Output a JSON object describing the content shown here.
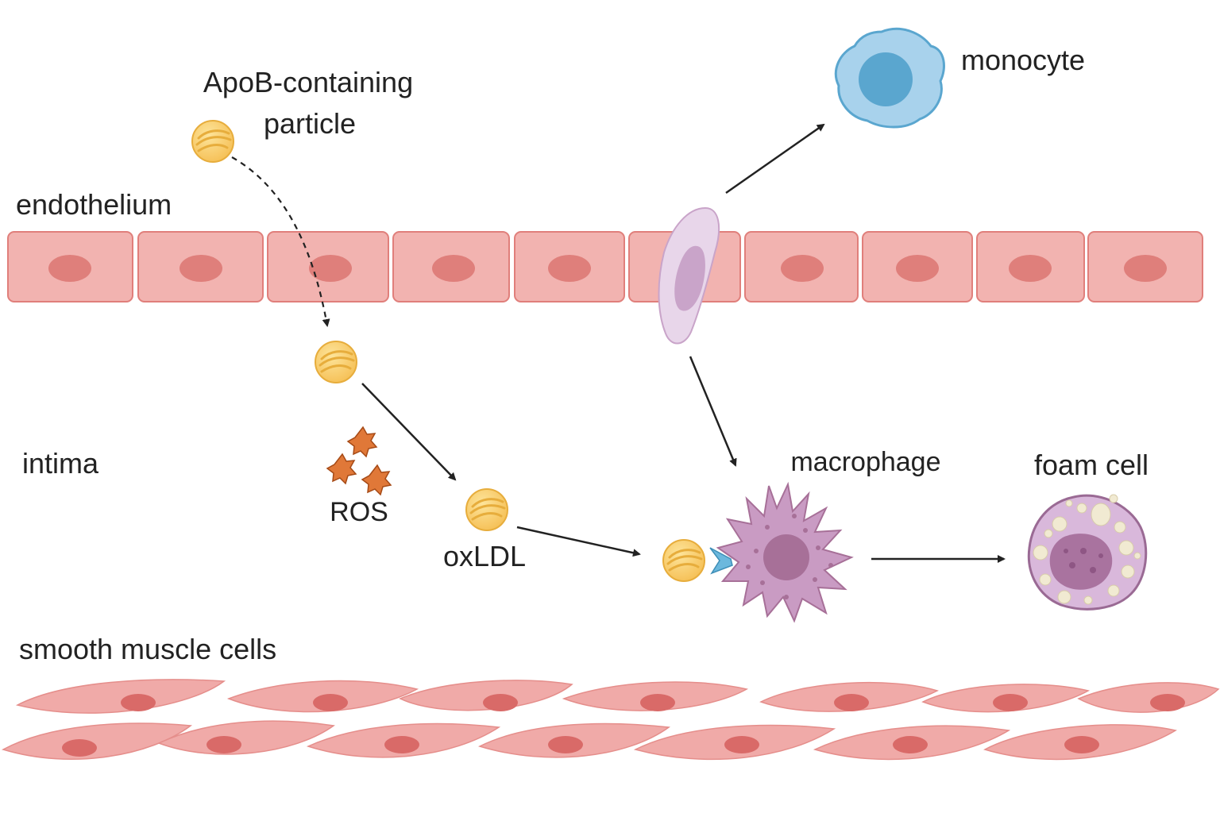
{
  "labels": {
    "apob_line1": "ApoB-containing",
    "apob_line2": "particle",
    "endothelium": "endothelium",
    "monocyte": "monocyte",
    "intima": "intima",
    "ros": "ROS",
    "oxldl": "oxLDL",
    "macrophage": "macrophage",
    "foam_cell": "foam cell",
    "smooth_muscle": "smooth muscle cells"
  },
  "colors": {
    "endothelial_cell": "#f2b3b0",
    "endothelial_border": "#e07f7b",
    "nucleus": "#df7f7b",
    "smooth_muscle": "#f0aaa8",
    "smooth_muscle_nucleus": "#d96a68",
    "lipoprotein": "#f9cf6e",
    "lipoprotein_stroke": "#e7ad3c",
    "monocyte": "#a8d2ec",
    "monocyte_nucleus": "#5aa6cf",
    "migrating_cell": "#e8d6ea",
    "migrating_nucleus": "#c9a4c9",
    "macrophage": "#c99bc3",
    "macrophage_nucleus": "#a77098",
    "receptor": "#6bb8dd",
    "ros": "#e07838",
    "foam_cell": "#d9b8db",
    "foam_nucleus": "#a9739f",
    "lipid_droplet": "#f1ead2",
    "arrow": "#222222"
  }
}
